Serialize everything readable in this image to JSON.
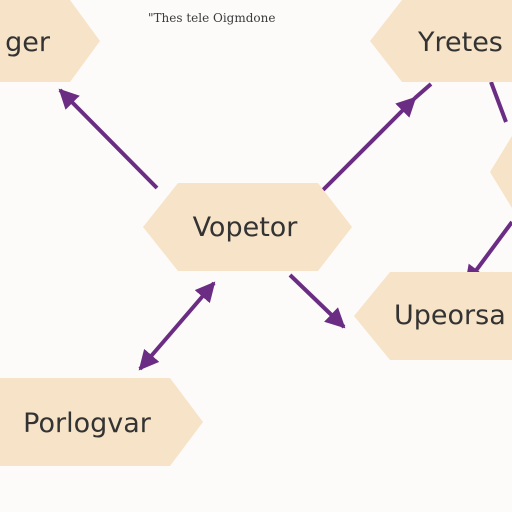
{
  "header": {
    "text": "\"Thes tele Oigmdone"
  },
  "nodes": {
    "top_left": {
      "label": "ger"
    },
    "top_right": {
      "label": "Yretes"
    },
    "center": {
      "label": "Vopetor"
    },
    "right_middle": {
      "label": "Upeorsa"
    },
    "bottom_left": {
      "label": "Porlogvar"
    },
    "right_edge": {
      "label": ""
    }
  },
  "colors": {
    "node_fill": "#f7e3c7",
    "arrow": "#6b2d84",
    "text": "#333333",
    "background": "#fcfbf9"
  }
}
